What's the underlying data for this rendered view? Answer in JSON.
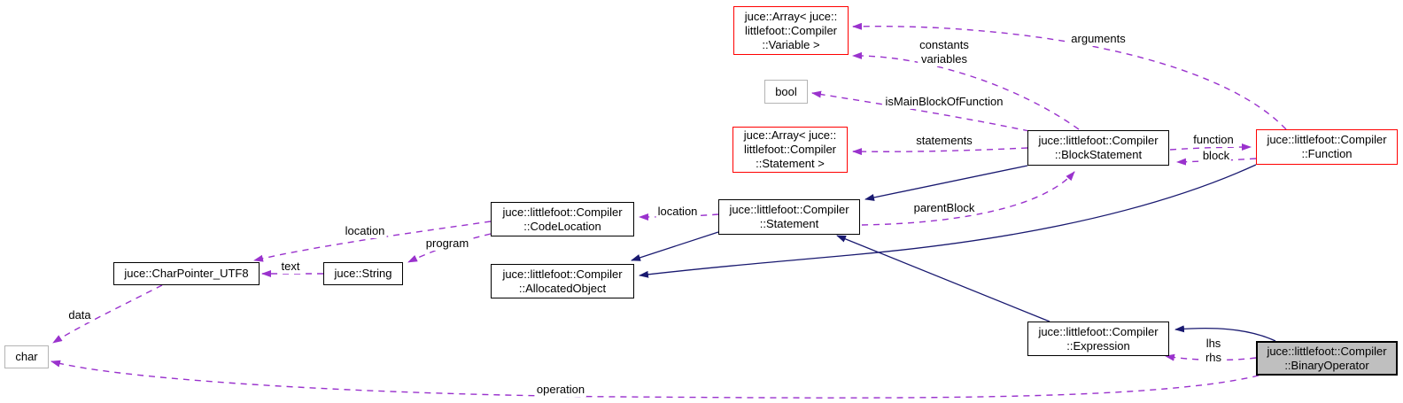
{
  "graph": {
    "kind": "collaboration-diagram",
    "colors": {
      "usage_edge": "#9a32cd",
      "inheritance_edge": "#191970",
      "node_border": "#000000",
      "template_node_border": "#ff0000",
      "undocumented_node_border": "#b4b4b4",
      "current_node_fill": "#bfbfbf",
      "background": "#ffffff"
    }
  },
  "nodes": {
    "array_variable": {
      "label": "juce::Array< juce::\nlittlefoot::Compiler\n::Variable >"
    },
    "bool": {
      "label": "bool"
    },
    "array_statement": {
      "label": "juce::Array< juce::\nlittlefoot::Compiler\n::Statement >"
    },
    "block_statement": {
      "label": "juce::littlefoot::Compiler\n::BlockStatement"
    },
    "function": {
      "label": "juce::littlefoot::Compiler\n::Function"
    },
    "code_location": {
      "label": "juce::littlefoot::Compiler\n::CodeLocation"
    },
    "statement": {
      "label": "juce::littlefoot::Compiler\n::Statement"
    },
    "char_pointer_utf8": {
      "label": "juce::CharPointer_UTF8"
    },
    "string": {
      "label": "juce::String"
    },
    "allocated_object": {
      "label": "juce::littlefoot::Compiler\n::AllocatedObject"
    },
    "char": {
      "label": "char"
    },
    "expression": {
      "label": "juce::littlefoot::Compiler\n::Expression"
    },
    "binary_operator": {
      "label": "juce::littlefoot::Compiler\n::BinaryOperator"
    }
  },
  "edge_labels": {
    "arguments": "arguments",
    "constants_variables": "constants\nvariables",
    "is_main_block_of_function": "isMainBlockOfFunction",
    "statements": "statements",
    "function": "function",
    "block": "block",
    "parent_block": "parentBlock",
    "location_statement": "location",
    "location_codelocation": "location",
    "program": "program",
    "text": "text",
    "data": "data",
    "lhs_rhs": "lhs\nrhs",
    "operation": "operation"
  }
}
